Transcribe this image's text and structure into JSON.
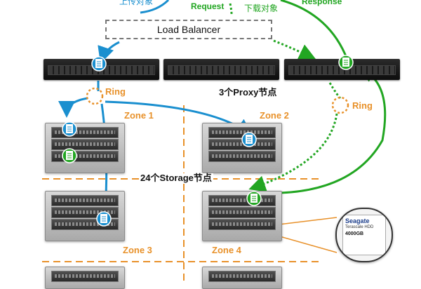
{
  "labels": {
    "upload_object": "上传对象",
    "request": "Request",
    "download_object": "下载对象",
    "response": "Response",
    "load_balancer": "Load Balancer",
    "ring_left": "Ring",
    "ring_right": "Ring",
    "proxy_nodes": "3个Proxy节点",
    "storage_nodes": "24个Storage节点",
    "zone1": "Zone 1",
    "zone2": "Zone 2",
    "zone3": "Zone 3",
    "zone4": "Zone 4"
  },
  "disk": {
    "brand": "Seagate",
    "model": "Terascale HDD",
    "capacity": "4000GB"
  },
  "colors": {
    "upload_path": "#1a8fcf",
    "download_path": "#22a622",
    "ring_and_zone_divider": "#e8912a"
  },
  "icons": {
    "object_blue": "document-icon",
    "object_green": "document-icon",
    "ring": "ring-icon"
  }
}
